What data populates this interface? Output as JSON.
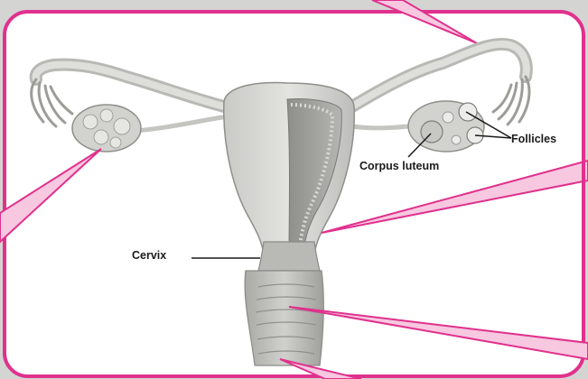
{
  "labels": {
    "follicles": "Follicles",
    "corpus_luteum": "Corpus luteum",
    "cervix": "Cervix"
  },
  "colors": {
    "callout_border": "#e0318d",
    "callout_fill": "#f7c8e0",
    "panel_fill": "#ffffff",
    "page_background": "#d4d4d2"
  }
}
